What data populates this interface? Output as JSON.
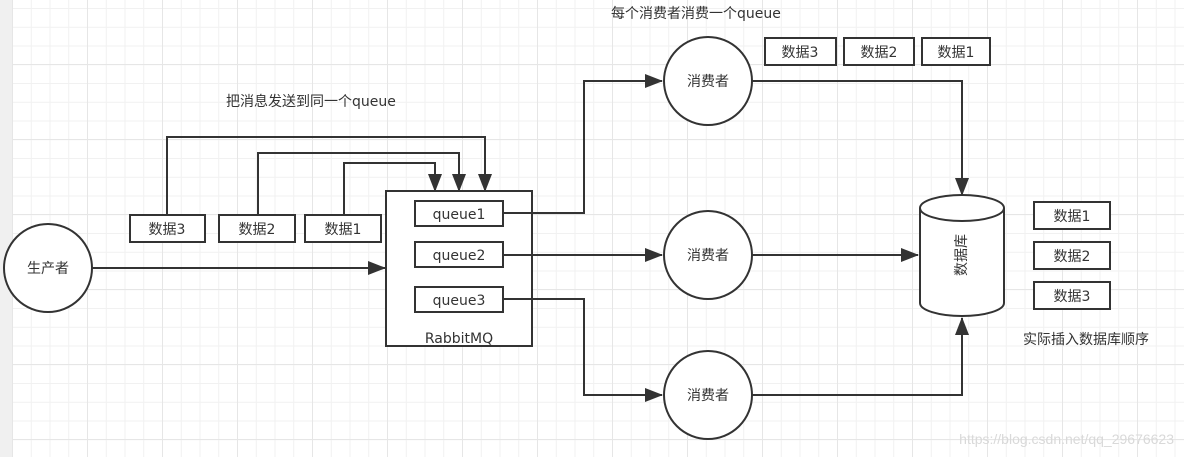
{
  "labels": {
    "send_same_queue": "把消息发送到同一个queue",
    "each_consumer_one_queue": "每个消费者消费一个queue",
    "actual_insert_order": "实际插入数据库顺序"
  },
  "producer": {
    "label": "生产者"
  },
  "broker": {
    "label": "RabbitMQ",
    "queues": [
      {
        "label": "queue1"
      },
      {
        "label": "queue2"
      },
      {
        "label": "queue3"
      }
    ]
  },
  "sent_messages": [
    {
      "label": "数据3"
    },
    {
      "label": "数据2"
    },
    {
      "label": "数据1"
    }
  ],
  "consumers": [
    {
      "label": "消费者"
    },
    {
      "label": "消费者"
    },
    {
      "label": "消费者"
    }
  ],
  "consumed_messages": [
    {
      "label": "数据3"
    },
    {
      "label": "数据2"
    },
    {
      "label": "数据1"
    }
  ],
  "database": {
    "label": "数据库"
  },
  "insert_order": [
    {
      "label": "数据1"
    },
    {
      "label": "数据2"
    },
    {
      "label": "数据3"
    }
  ],
  "watermark": "https://blog.csdn.net/qq_29676623",
  "colors": {
    "stroke": "#333333",
    "grid": "#e6e6e6",
    "text": "#333333"
  }
}
